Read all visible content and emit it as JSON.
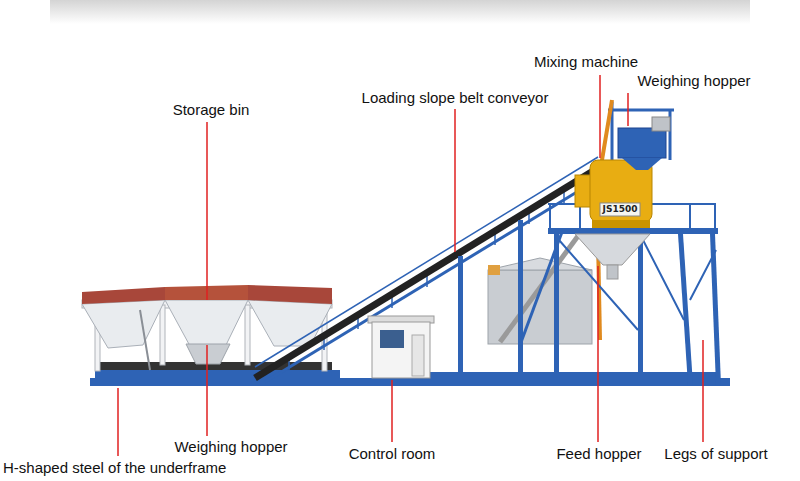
{
  "diagram": {
    "labels": [
      "Storage bin",
      "Loading slope belt conveyor",
      "Mixing machine",
      "Weighing hopper",
      "Weighing hopper",
      "H-shaped steel of the underframe",
      "Control room",
      "Feed hopper",
      "Legs of support",
      "JS1500"
    ]
  }
}
